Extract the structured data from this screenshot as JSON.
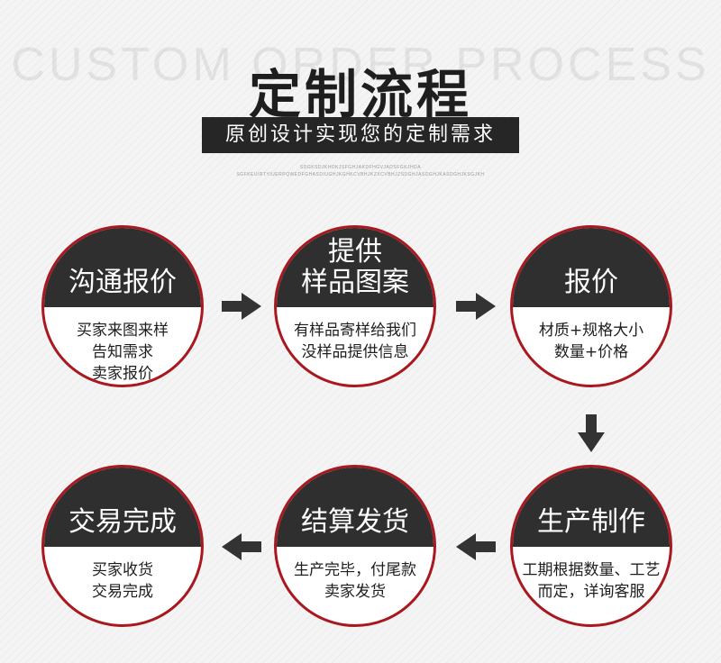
{
  "header": {
    "bg_text": "CUSTOM ORDER PROCESS",
    "title": "定制流程",
    "subtitle": "原创设计实现您的定制需求",
    "tiny_line1": "SDGKSDJKHDKJSFGHJAKDFHGVJADSFGKJHDA",
    "tiny_line2": "SGFKEUIRTYIUERPQWEDFGHASDIUGHJKGHKCVBHJKZXCVBHJZSDGHJASDGHJKASDGHJKSGJKH"
  },
  "steps": [
    {
      "title_lines": [
        "沟通报价"
      ],
      "desc_lines": [
        "买家来图来样",
        "告知需求",
        "卖家报价"
      ]
    },
    {
      "title_lines": [
        "提供",
        "样品图案"
      ],
      "desc_lines": [
        "有样品寄样给我们",
        "没样品提供信息"
      ]
    },
    {
      "title_lines": [
        "报价"
      ],
      "desc_lines": [
        "材质+规格大小",
        "数量+价格"
      ]
    },
    {
      "title_lines": [
        "生产制作"
      ],
      "desc_lines": [
        "工期根据数量、工艺",
        "而定，详询客服"
      ]
    },
    {
      "title_lines": [
        "结算发货"
      ],
      "desc_lines": [
        "生产完毕，付尾款",
        "卖家发货"
      ]
    },
    {
      "title_lines": [
        "交易完成"
      ],
      "desc_lines": [
        "买家收货",
        "交易完成"
      ]
    }
  ],
  "colors": {
    "accent_ring": "#a8181e",
    "dark": "#2f2f2f",
    "arrow": "#333333"
  },
  "icons": [
    "arrow-right-icon",
    "arrow-right-icon",
    "arrow-down-icon",
    "arrow-left-icon",
    "arrow-left-icon"
  ]
}
